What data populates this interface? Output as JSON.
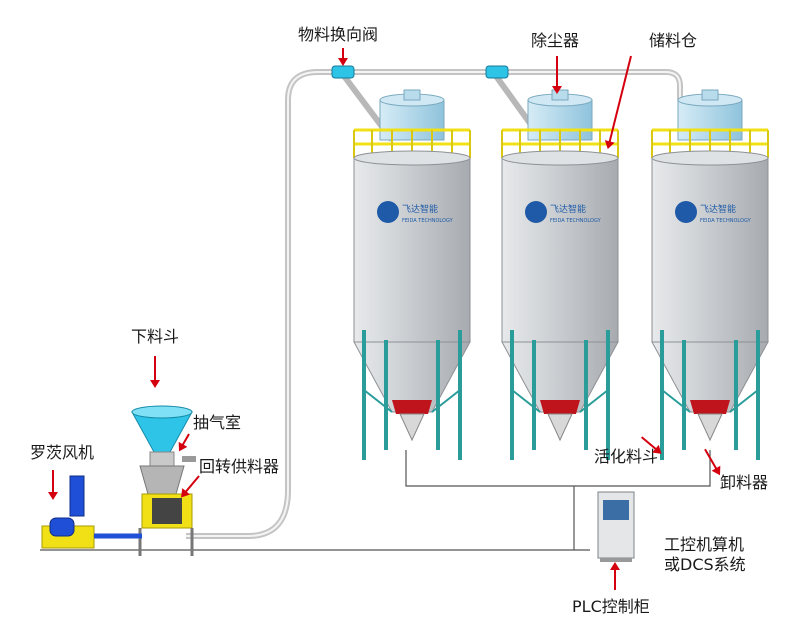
{
  "labels": {
    "diverter_valve": "物料换向阀",
    "dust_collector": "除尘器",
    "storage_silo": "储料仓",
    "feed_hopper": "下料斗",
    "exhaust_chamber": "抽气室",
    "rotary_feeder": "回转供料器",
    "roots_blower": "罗茨风机",
    "fluidizer": "活化料斗",
    "discharger": "卸料器",
    "ipc_line1": "工控机算机",
    "ipc_line2": "或DCS系统",
    "plc_cabinet": "PLC控制柜"
  },
  "silo_logo": {
    "brand_cn": "飞达智能",
    "brand_en": "FEIDA TECHNOLOGY"
  },
  "colors": {
    "silo_body": "#c9ccd0",
    "silo_top": "#a9d2e6",
    "railing": "#f0e015",
    "legs": "#2a9d9a",
    "red_band": "#c0141c",
    "hopper_cyan": "#2ec4e8",
    "blower_blue": "#1f4fd6",
    "arrow_red": "#d4000f",
    "logo_blue": "#1e5aa8"
  }
}
